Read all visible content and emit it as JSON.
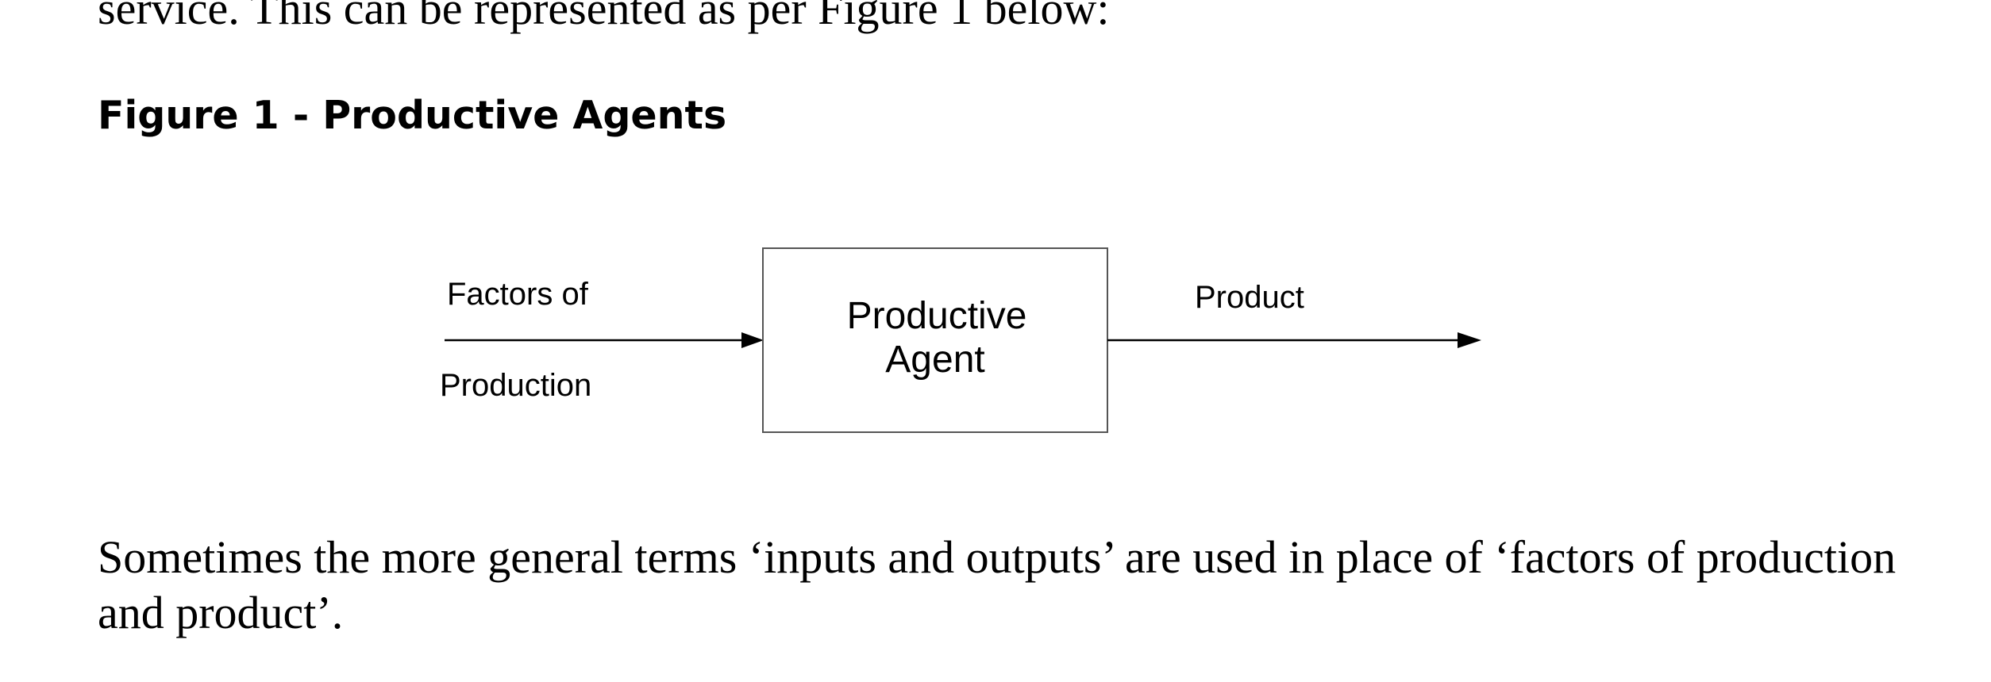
{
  "document": {
    "intro_line": "service. This can be represented as per Figure 1 below:",
    "figure_caption": "Figure 1 - Productive Agents",
    "closing_paragraph": "Sometimes the more general terms ‘inputs and outputs’ are used in place of ‘factors of production and product’."
  },
  "diagram": {
    "input_label_top": "Factors of",
    "input_label_bottom": "Production",
    "box_label_line1": "Productive",
    "box_label_line2": "Agent",
    "output_label": "Product"
  }
}
